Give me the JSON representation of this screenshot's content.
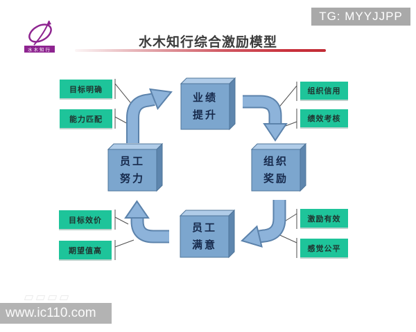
{
  "header": {
    "title": "水木知行综合激励模型",
    "tg_badge": "TG: MYYJJPP",
    "logo_banner": "水木知行",
    "accent_color": "#c9313c",
    "badge_gray": "#a9a9a9"
  },
  "diagram": {
    "center_boxes": [
      {
        "id": "performance",
        "line1": "业绩",
        "line2": "提升"
      },
      {
        "id": "org-reward",
        "line1": "组织",
        "line2": "奖励"
      },
      {
        "id": "employee-effort",
        "line1": "员工",
        "line2": "努力"
      },
      {
        "id": "employee-satisfaction",
        "line1": "员工",
        "line2": "满意"
      }
    ],
    "factor_boxes": [
      {
        "id": "goal-clear",
        "label": "目标明确"
      },
      {
        "id": "ability-match",
        "label": "能力匹配"
      },
      {
        "id": "org-credit",
        "label": "组织信用"
      },
      {
        "id": "performance-review",
        "label": "绩效考核"
      },
      {
        "id": "goal-valence",
        "label": "目标效价"
      },
      {
        "id": "expectation-high",
        "label": "期望值高"
      },
      {
        "id": "incentive-effective",
        "label": "激励有效"
      },
      {
        "id": "feel-fair",
        "label": "感觉公平"
      }
    ],
    "colors": {
      "factor_green": "#1ec49a",
      "box_blue_front": "#7ca6ce",
      "box_blue_top": "#b0cce8",
      "box_blue_side": "#5e86ae",
      "arrow_fill": "#8db3da",
      "arrow_border": "#5b82ab"
    }
  },
  "footer": {
    "watermark": "www.ic110.com"
  }
}
